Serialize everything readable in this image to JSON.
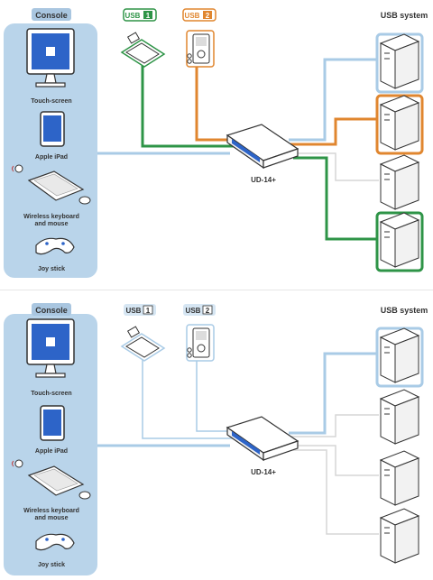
{
  "colors": {
    "console_bg": "#b9d4ea",
    "console_line": "#a9cbe6",
    "usb1": "#2e9447",
    "usb2": "#e0862f",
    "inactive_line": "#cfcfcf",
    "device_blue": "#2d64c8"
  },
  "panels": [
    {
      "console_label": "Console",
      "usb1_label": "USB",
      "usb1_num": "1",
      "usb2_label": "USB",
      "usb2_num": "2",
      "usb_system_label": "USB system",
      "switch_label": "UD-14+",
      "devices": {
        "touchscreen": "Touch-screen",
        "ipad": "Apple iPad",
        "keyboard_line1": "Wireless keyboard",
        "keyboard_line2": "and mouse",
        "joystick": "Joy stick"
      }
    },
    {
      "console_label": "Console",
      "usb1_label": "USB",
      "usb1_num": "1",
      "usb2_label": "USB",
      "usb2_num": "2",
      "usb_system_label": "USB system",
      "switch_label": "UD-14+",
      "devices": {
        "touchscreen": "Touch-screen",
        "ipad": "Apple iPad",
        "keyboard_line1": "Wireless keyboard",
        "keyboard_line2": "and mouse",
        "joystick": "Joy stick"
      }
    }
  ]
}
